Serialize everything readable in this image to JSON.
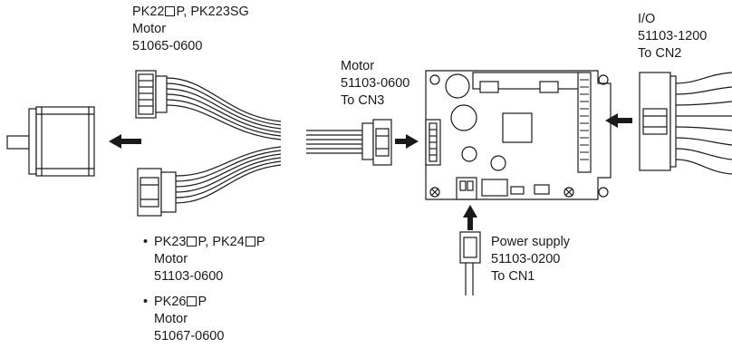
{
  "labels": {
    "motor_top": {
      "line1_a": "PK22",
      "line1_b": "P, PK223SG",
      "line2": "Motor",
      "line3": "51065-0600"
    },
    "motor_mid": {
      "line1": "Motor",
      "line2": "51103-0600",
      "line3": "To CN3"
    },
    "io": {
      "line1": "I/O",
      "line2": "51103-1200",
      "line3": "To CN2"
    },
    "bullet1": {
      "line1_a": "PK23",
      "line1_b": "P, PK24",
      "line1_c": "P",
      "line2": "Motor",
      "line3": "51103-0600"
    },
    "bullet2": {
      "line1_a": "PK26",
      "line1_b": "P",
      "line2": "Motor",
      "line3": "51067-0600"
    },
    "power": {
      "line1": "Power supply",
      "line2": "51103-0200",
      "line3": "To CN1"
    }
  },
  "colors": {
    "ink": "#1a1a1a",
    "fill": "#ffffff"
  }
}
